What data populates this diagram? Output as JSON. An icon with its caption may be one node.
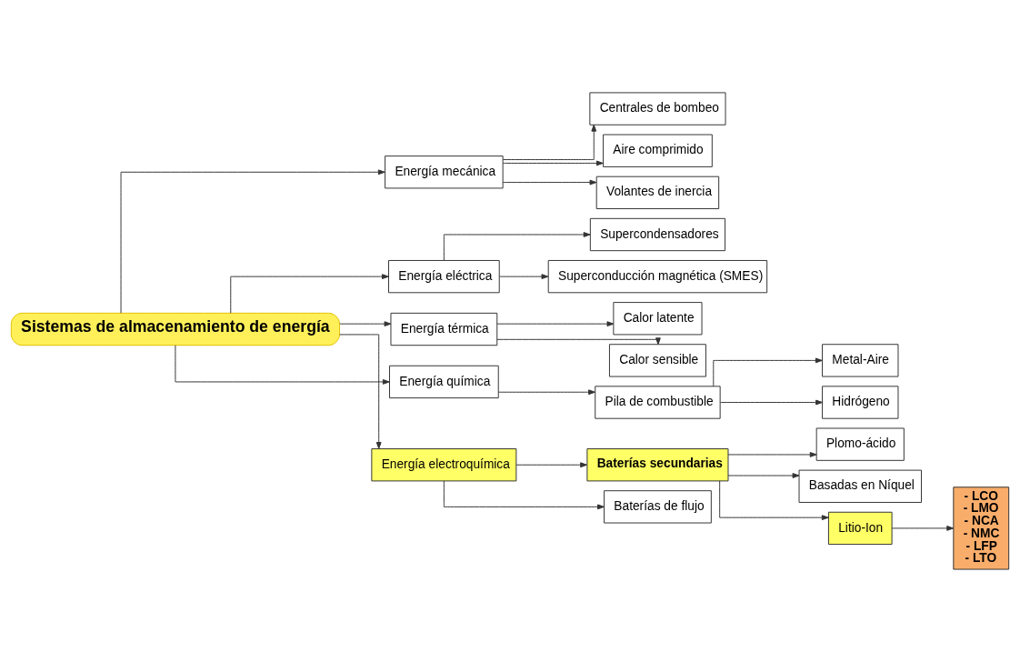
{
  "diagram": {
    "nodes": [
      {
        "text": [
          "Sistemas de almacenamiento de energía"
        ]
      },
      {
        "text": [
          "Energía mecánica"
        ]
      },
      {
        "text": [
          "Centrales de bombeo"
        ]
      },
      {
        "text": [
          "Aire comprimido"
        ]
      },
      {
        "text": [
          "Volantes de inercia"
        ]
      },
      {
        "text": [
          "Energía eléctrica"
        ]
      },
      {
        "text": [
          "Supercondensadores"
        ]
      },
      {
        "text": [
          "Superconducción magnética (SMES)"
        ]
      },
      {
        "text": [
          "Energía térmica"
        ]
      },
      {
        "text": [
          "Calor latente"
        ]
      },
      {
        "text": [
          "Calor sensible"
        ]
      },
      {
        "text": [
          "Energía química"
        ]
      },
      {
        "text": [
          "Pila de combustible"
        ]
      },
      {
        "text": [
          "Metal-Aire"
        ]
      },
      {
        "text": [
          "Hidrógeno"
        ]
      },
      {
        "text": [
          "Energía electroquímica"
        ]
      },
      {
        "text": [
          "Baterías secundarias"
        ]
      },
      {
        "text": [
          "Plomo-ácido"
        ]
      },
      {
        "text": [
          "Basadas en Níquel"
        ]
      },
      {
        "text": [
          "Litio-Ion"
        ]
      },
      {
        "text": [
          "- LCO",
          "- LMO",
          "- NCA",
          "- NMC",
          "- LFP",
          "- LTO"
        ]
      },
      {
        "text": [
          "Baterías de flujo"
        ]
      }
    ],
    "edges": [
      {
        "from": 0,
        "to": 1,
        "arrow": "to"
      },
      {
        "from": 0,
        "to": 5,
        "arrow": "to"
      },
      {
        "from": 0,
        "to": 8,
        "arrow": "to"
      },
      {
        "from": 0,
        "to": 11,
        "arrow": "to"
      },
      {
        "from": 0,
        "to": 15,
        "arrow": "to"
      },
      {
        "from": 1,
        "to": 2,
        "arrow": "to"
      },
      {
        "from": 1,
        "to": 3,
        "arrow": "to"
      },
      {
        "from": 1,
        "to": 4,
        "arrow": "to"
      },
      {
        "from": 5,
        "to": 6,
        "arrow": "to"
      },
      {
        "from": 5,
        "to": 7,
        "arrow": "to"
      },
      {
        "from": 8,
        "to": 9,
        "arrow": "to"
      },
      {
        "from": 8,
        "to": 10,
        "arrow": "to"
      },
      {
        "from": 11,
        "to": 12,
        "arrow": "to"
      },
      {
        "from": 12,
        "to": 13,
        "arrow": "to"
      },
      {
        "from": 12,
        "to": 14,
        "arrow": "to"
      },
      {
        "from": 15,
        "to": 16,
        "arrow": "to"
      },
      {
        "from": 15,
        "to": 21,
        "arrow": "to"
      },
      {
        "from": 16,
        "to": 17,
        "arrow": "to"
      },
      {
        "from": 16,
        "to": 18,
        "arrow": "to"
      },
      {
        "from": 16,
        "to": 19,
        "arrow": "to"
      },
      {
        "from": 19,
        "to": 20,
        "arrow": "to"
      }
    ]
  }
}
